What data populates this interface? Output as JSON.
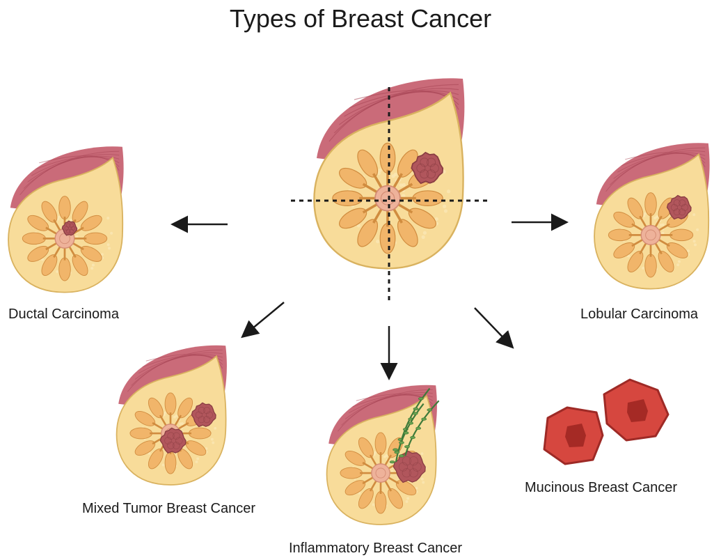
{
  "title": "Types of Breast Cancer",
  "labels": {
    "ductal": "Ductal Carcinoma",
    "lobular": "Lobular Carcinoma",
    "mixed": "Mixed Tumor Breast Cancer",
    "inflammatory": "Inflammatory Breast Cancer",
    "mucinous": "Mucinous Breast Cancer"
  },
  "colors": {
    "tissue": "#f8dc9a",
    "tissue_edge": "#d9b25f",
    "skin": "#c45b6a",
    "lobule": "#f1b56a",
    "lobule_edge": "#d08c3f",
    "nipple": "#eeb29a",
    "tumor": "#b1565c",
    "tumor_edge": "#8a3e43",
    "cell": "#d6473f",
    "cell_edge": "#9e2a26",
    "nucleus": "#a52a25",
    "vessel": "#3f7a3a"
  }
}
